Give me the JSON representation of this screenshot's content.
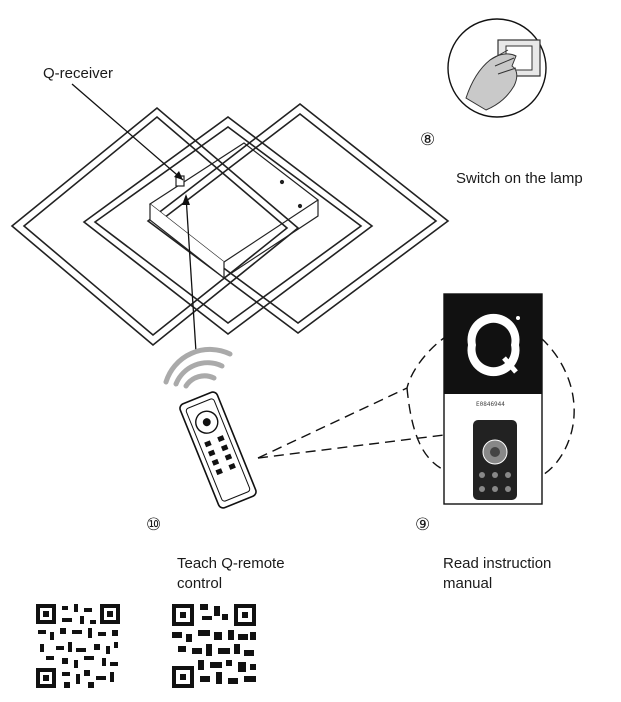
{
  "labels": {
    "q_receiver": "Q-receiver",
    "switch_on": "Switch on the lamp",
    "teach_remote": "Teach Q-remote control",
    "read_manual": "Read instruction manual"
  },
  "steps": {
    "switch": "⑧",
    "manual": "⑨",
    "teach": "⑩"
  },
  "manual": {
    "code": "E0846944"
  },
  "qr_codes": 2
}
